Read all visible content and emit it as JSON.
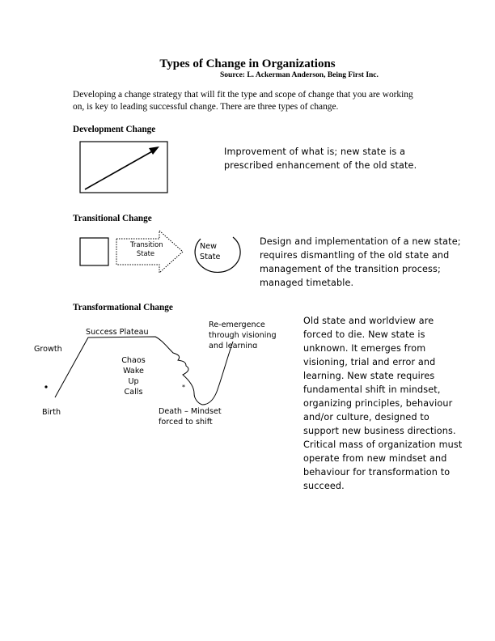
{
  "document": {
    "title": "Types of Change in Organizations",
    "source": "Source: L. Ackerman Anderson, Being First Inc.",
    "intro": "Developing a change strategy that will fit the type and scope of change that you are working on, is key to leading successful change.  There are three types of change."
  },
  "development": {
    "heading": "Development Change",
    "description": "Improvement of what is; new state is a prescribed enhancement of the old state."
  },
  "transitional": {
    "heading": "Transitional Change",
    "arrow_label_line1": "Transition",
    "arrow_label_line2": "State",
    "circle_label_line1": "New",
    "circle_label_line2": "State",
    "description": "Design and implementation of a new state; requires dismantling of the old state and management of the transition process; managed timetable."
  },
  "transformational": {
    "heading": "Transformational Change",
    "labels": {
      "success_plateau": "Success Plateau",
      "growth": "Growth",
      "birth": "Birth",
      "chaos_line1": "Chaos",
      "chaos_line2": "Wake",
      "chaos_line3": "Up",
      "chaos_line4": "Calls",
      "death_line1": "Death – Mindset",
      "death_line2": "forced to shift",
      "reemergence_line1": "Re-emergence",
      "reemergence_line2": "through visioning",
      "reemergence_line3": "and learning",
      "star": "*"
    },
    "description": "Old state and worldview are forced to die.  New state is unknown.  It emerges from visioning, trial and error and learning.  New state requires fundamental shift in mindset, organizing principles, behaviour and/or culture, designed to support new business directions. Critical mass of organization must operate from new mindset and behaviour for transformation to succeed."
  }
}
